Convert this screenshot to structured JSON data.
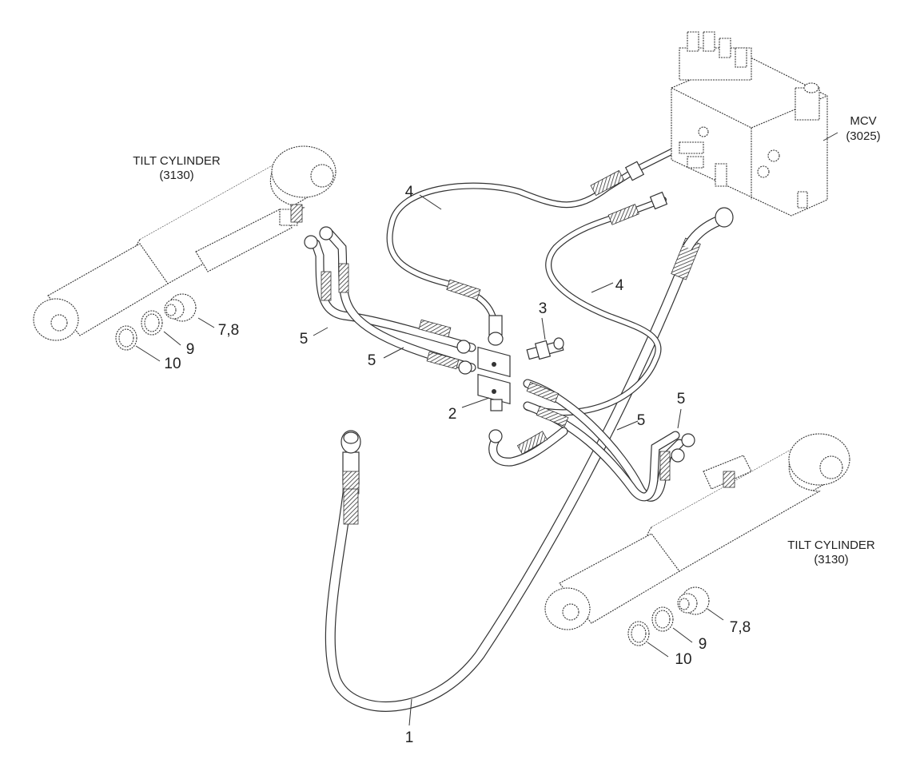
{
  "labels": {
    "tilt_cylinder_left_title": "TILT CYLINDER",
    "tilt_cylinder_left_code": "(3130)",
    "tilt_cylinder_right_title": "TILT CYLINDER",
    "tilt_cylinder_right_code": "(3130)",
    "mcv_title": "MCV",
    "mcv_code": "(3025)"
  },
  "callouts": {
    "hose_1": "1",
    "tee_2": "2",
    "fitting_3": "3",
    "pipe_4_upper": "4",
    "pipe_4_right": "4",
    "hose_5_left_a": "5",
    "hose_5_left_b": "5",
    "hose_5_right_a": "5",
    "hose_5_right_b": "5",
    "bushing_78_left": "7,8",
    "ring_9_left": "9",
    "ring_10_left": "10",
    "bushing_78_right": "7,8",
    "ring_9_right": "9",
    "ring_10_right": "10"
  }
}
